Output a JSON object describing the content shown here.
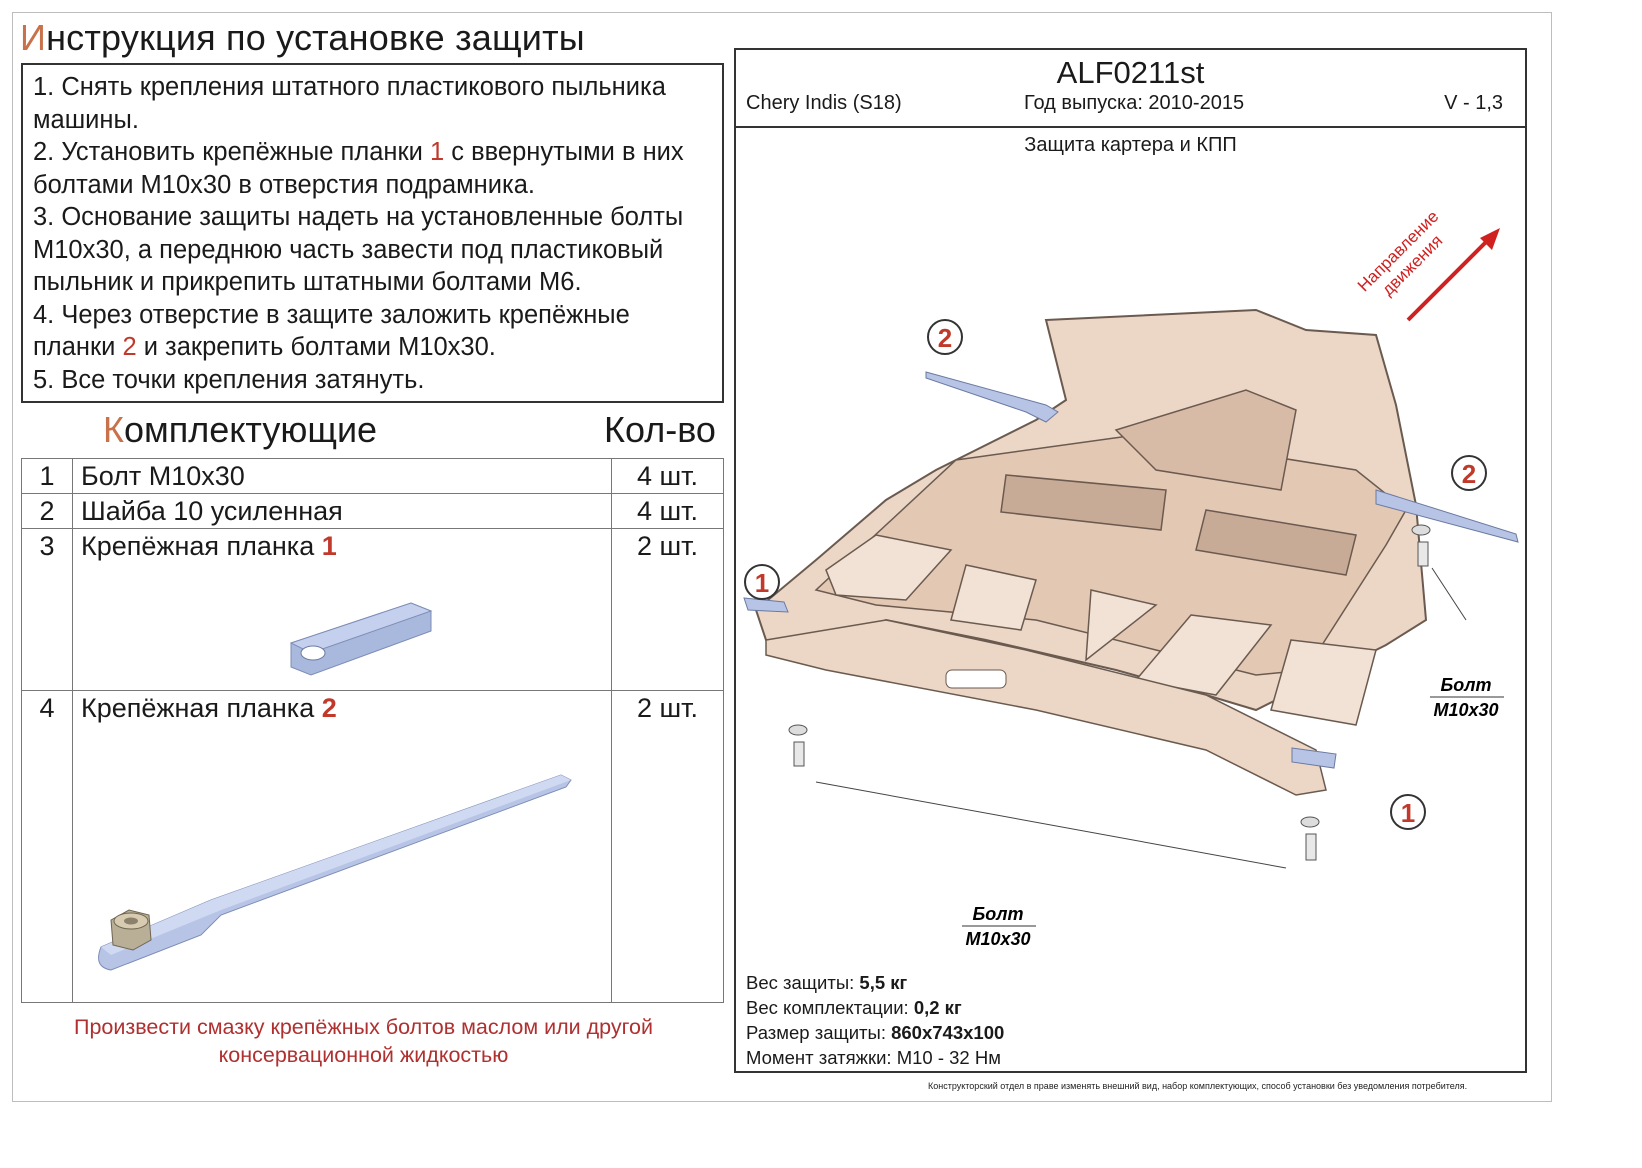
{
  "title": {
    "first_letter": "И",
    "rest": "нструкция по установке защиты"
  },
  "steps": [
    {
      "text": "1. Снять крепления штатного пластикового пыльника машины."
    },
    {
      "pre": "2. Установить крепёжные планки ",
      "num": "1",
      "post": " с ввернутыми в них болтами М10х30 в отверстия подрамника."
    },
    {
      "text": "3. Основание защиты надеть на установленные болты М10х30, а переднюю часть завести под пластиковый пыльник и прикрепить штатными болтами М6."
    },
    {
      "pre": "4. Через отверстие в защите заложить крепёжные планки ",
      "num": "2",
      "post": " и закрепить болтами М10х30."
    },
    {
      "text": "5. Все точки крепления затянуть."
    }
  ],
  "components": {
    "heading_first_letter": "К",
    "heading_rest": "омплектующие",
    "qty_heading": "Кол-во",
    "items": [
      {
        "n": "1",
        "name": "Болт М10х30",
        "qty": "4 шт."
      },
      {
        "n": "2",
        "name": "Шайба 10 усиленная",
        "qty": "4 шт."
      },
      {
        "n": "3",
        "name": "Крепёжная планка ",
        "tag": "1",
        "qty": "2 шт."
      },
      {
        "n": "4",
        "name": "Крепёжная планка ",
        "tag": "2",
        "qty": "2 шт."
      }
    ]
  },
  "note": "Произвести смазку крепёжных болтов маслом или другой консервационной жидкостью",
  "right": {
    "code": "ALF0211st",
    "car": "Chery Indis (S18)",
    "year": "Год выпуска: 2010-2015",
    "version": "V - 1,3",
    "subtitle": "Защита картера и КПП",
    "direction_line1": "Направление",
    "direction_line2": "движения",
    "callouts": {
      "plank1": "1",
      "plank2": "2"
    },
    "bolt_label": "Болт",
    "bolt_size": "М10х30",
    "specs": [
      {
        "label": "Вес защиты: ",
        "value": "5,5 кг"
      },
      {
        "label": "Вес комплектации: ",
        "value": "0,2 кг"
      },
      {
        "label": "Размер защиты: ",
        "value": "860x743x100"
      },
      {
        "label": "Момент затяжки:  ",
        "value": "М10 - 32 Нм"
      }
    ]
  },
  "disclaimer": "Конструкторский отдел в праве изменять внешний вид, набор комплектующих, способ установки без уведомления потребителя.",
  "colors": {
    "accent_red": "#c0392b",
    "title_cap": "#c9714a",
    "plate": "#ecd6c6",
    "plank": "#b7c4e6"
  }
}
